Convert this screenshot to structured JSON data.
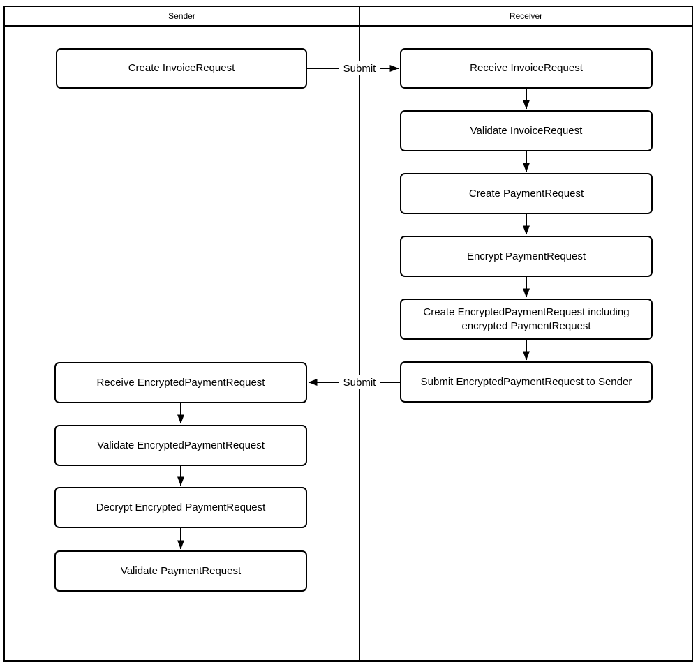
{
  "diagram": {
    "type": "swimlane-flowchart",
    "lanes": [
      {
        "title": "Sender",
        "nodes": [
          "Create InvoiceRequest",
          "Receive EncryptedPaymentRequest",
          "Validate EncryptedPaymentRequest",
          "Decrypt Encrypted PaymentRequest",
          "Validate PaymentRequest"
        ]
      },
      {
        "title": "Receiver",
        "nodes": [
          "Receive InvoiceRequest",
          "Validate InvoiceRequest",
          "Create PaymentRequest",
          "Encrypt PaymentRequest",
          "Create EncryptedPaymentRequest including encrypted PaymentRequest",
          "Submit EncryptedPaymentRequest to Sender"
        ]
      }
    ],
    "edges": [
      {
        "from": "Create InvoiceRequest",
        "to": "Receive InvoiceRequest",
        "label": "Submit"
      },
      {
        "from": "Receive InvoiceRequest",
        "to": "Validate InvoiceRequest",
        "label": ""
      },
      {
        "from": "Validate InvoiceRequest",
        "to": "Create PaymentRequest",
        "label": ""
      },
      {
        "from": "Create PaymentRequest",
        "to": "Encrypt PaymentRequest",
        "label": ""
      },
      {
        "from": "Encrypt PaymentRequest",
        "to": "Create EncryptedPaymentRequest including encrypted PaymentRequest",
        "label": ""
      },
      {
        "from": "Create EncryptedPaymentRequest including encrypted PaymentRequest",
        "to": "Submit EncryptedPaymentRequest to Sender",
        "label": ""
      },
      {
        "from": "Submit EncryptedPaymentRequest to Sender",
        "to": "Receive EncryptedPaymentRequest",
        "label": "Submit"
      },
      {
        "from": "Receive EncryptedPaymentRequest",
        "to": "Validate EncryptedPaymentRequest",
        "label": ""
      },
      {
        "from": "Validate EncryptedPaymentRequest",
        "to": "Decrypt Encrypted PaymentRequest",
        "label": ""
      },
      {
        "from": "Decrypt Encrypted PaymentRequest",
        "to": "Validate PaymentRequest",
        "label": ""
      }
    ],
    "colors": {
      "line": "#000000",
      "node_fill": "#ffffff",
      "background": "#ffffff"
    }
  }
}
